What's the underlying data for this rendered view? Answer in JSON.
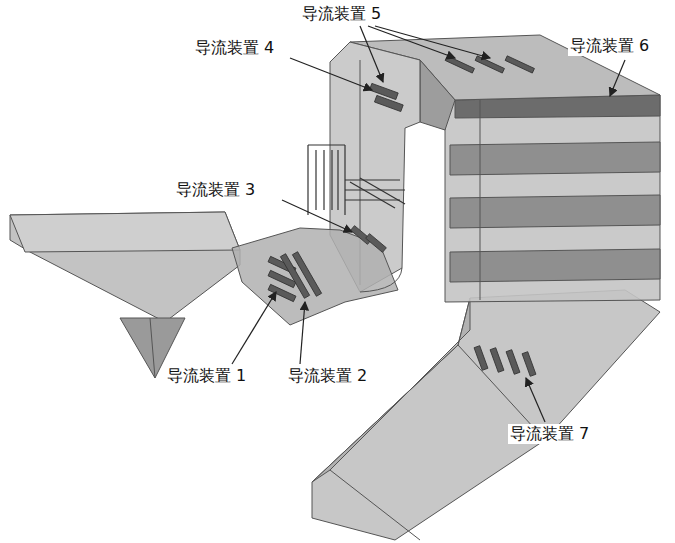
{
  "diagram": {
    "labels": [
      "导流装置 5",
      "导流装置 4",
      "导流装置 6",
      "导流装置 3",
      "导流装置 1",
      "导流装置 2",
      "导流装置 7"
    ]
  }
}
